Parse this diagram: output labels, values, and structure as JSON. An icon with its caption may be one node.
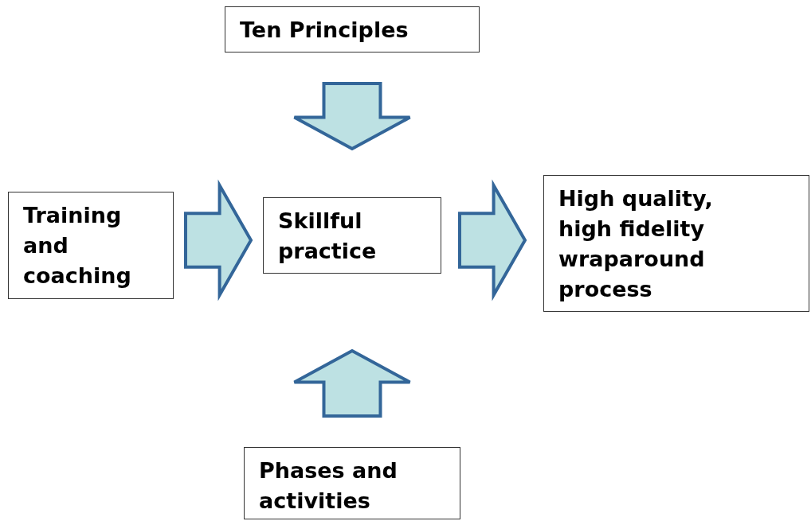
{
  "diagram": {
    "nodes": [
      {
        "text": [
          "Ten Principles"
        ]
      },
      {
        "text": [
          "Training and coaching"
        ]
      },
      {
        "text": [
          "Skillful practice"
        ]
      },
      {
        "text": [
          "High quality, high fidelity wraparound process"
        ]
      },
      {
        "text": [
          "Phases and activities"
        ]
      }
    ],
    "edges": [
      {
        "from": 0,
        "to": 2,
        "arrow": "to"
      },
      {
        "from": 1,
        "to": 2,
        "arrow": "to"
      },
      {
        "from": 2,
        "to": 3,
        "arrow": "to"
      },
      {
        "from": 4,
        "to": 2,
        "arrow": "to"
      }
    ]
  }
}
